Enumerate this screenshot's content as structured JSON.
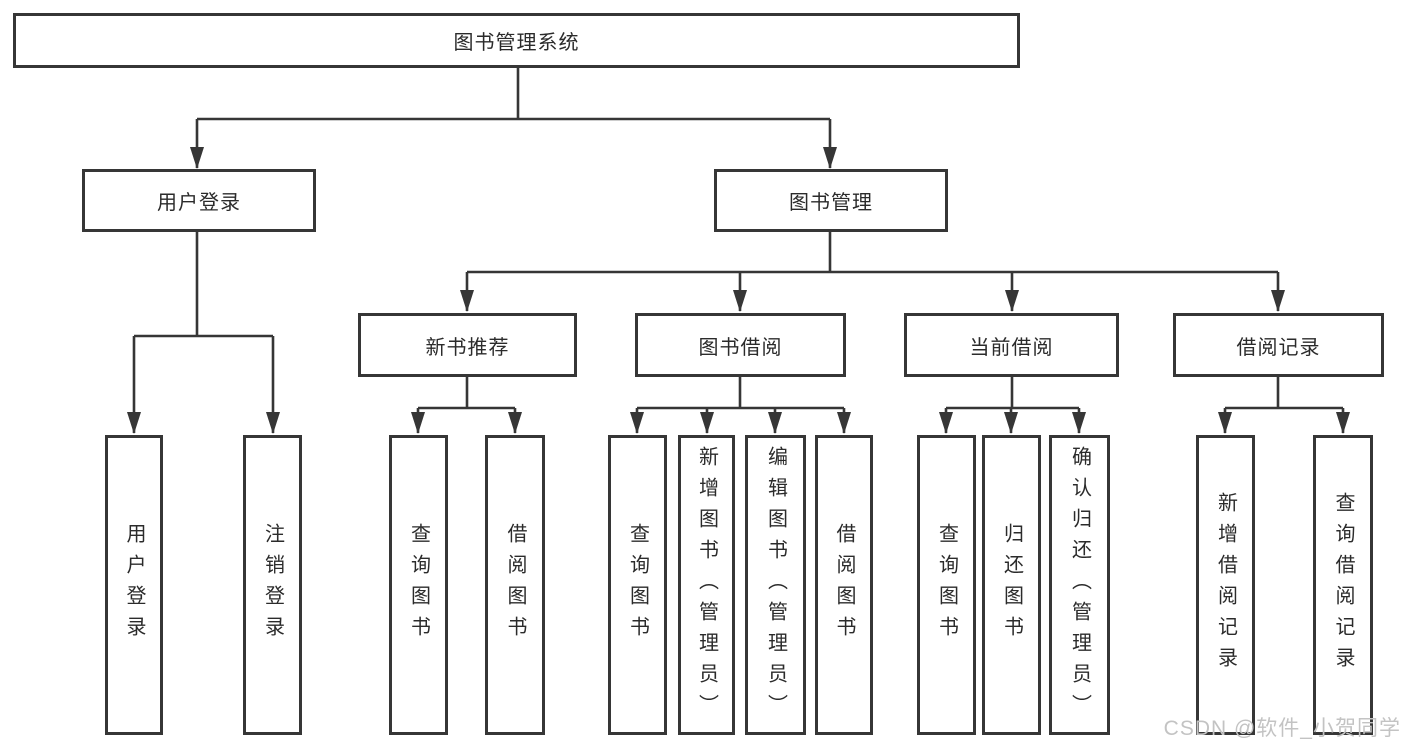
{
  "colors": {
    "line": "#363636",
    "box_border": "#363636",
    "text": "#2b2b2b",
    "watermark": "#c3c3c3",
    "background": "#ffffff"
  },
  "diagram": {
    "title": "图书管理系统",
    "level2": [
      {
        "label": "用户登录"
      },
      {
        "label": "图书管理"
      }
    ],
    "level3": [
      {
        "label": "新书推荐"
      },
      {
        "label": "图书借阅"
      },
      {
        "label": "当前借阅"
      },
      {
        "label": "借阅记录"
      }
    ],
    "leaves": {
      "user_login": [
        {
          "label": "用户登录"
        },
        {
          "label": "注销登录"
        }
      ],
      "new_book_rec": [
        {
          "label": "查询图书"
        },
        {
          "label": "借阅图书"
        }
      ],
      "book_borrow": [
        {
          "label": "查询图书"
        },
        {
          "label": "新增图书（管理员）"
        },
        {
          "label": "编辑图书（管理员）"
        },
        {
          "label": "借阅图书"
        }
      ],
      "current_borrow": [
        {
          "label": "查询图书"
        },
        {
          "label": "归还图书"
        },
        {
          "label": "确认归还（管理员）"
        }
      ],
      "borrow_records": [
        {
          "label": "新增借阅记录"
        },
        {
          "label": "查询借阅记录"
        }
      ]
    }
  },
  "watermark": {
    "text": "CSDN @软件_小贺同学"
  }
}
